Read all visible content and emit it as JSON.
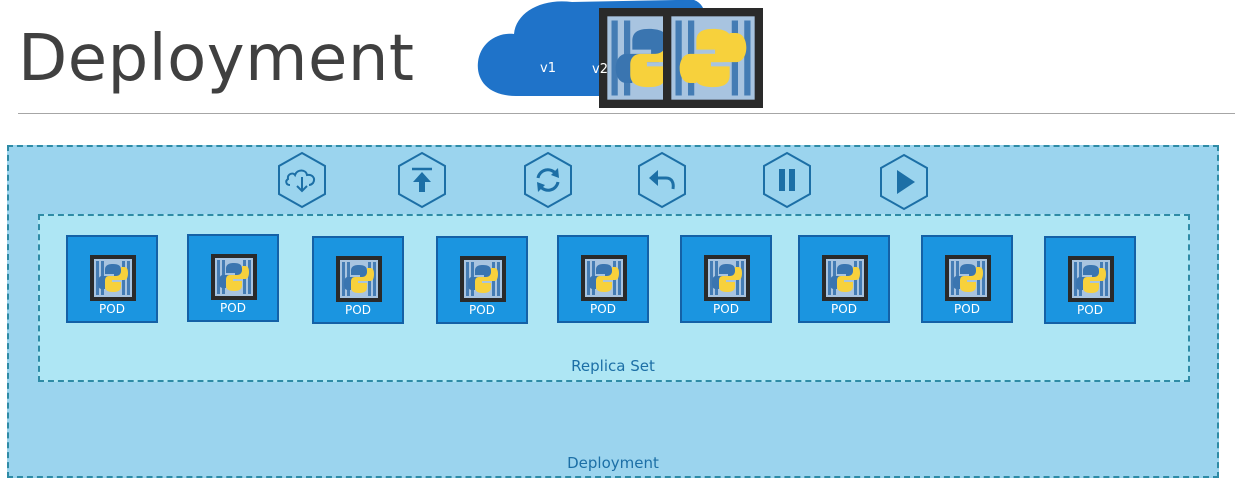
{
  "slide": {
    "title": "Deployment"
  },
  "cloud": {
    "images": [
      {
        "label": "v1"
      },
      {
        "label": "v2"
      }
    ]
  },
  "action_icons": [
    {
      "icon": "cloud-download-icon"
    },
    {
      "icon": "upload-icon"
    },
    {
      "icon": "refresh-icon"
    },
    {
      "icon": "undo-icon"
    },
    {
      "icon": "pause-icon"
    },
    {
      "icon": "play-icon"
    }
  ],
  "pods": [
    {
      "label": "POD"
    },
    {
      "label": "POD"
    },
    {
      "label": "POD"
    },
    {
      "label": "POD"
    },
    {
      "label": "POD"
    },
    {
      "label": "POD"
    },
    {
      "label": "POD"
    },
    {
      "label": "POD"
    },
    {
      "label": "POD"
    }
  ],
  "replica_set": {
    "label": "Replica Set"
  },
  "deployment": {
    "label": "Deployment"
  },
  "colors": {
    "deployment_fill": "#9bd4ee",
    "replica_fill": "#aee6f4",
    "pod_fill": "#1b95e0",
    "cloud_fill": "#1f73c9",
    "icon_stroke": "#1c6fa6",
    "python_yellow": "#f7d13c",
    "python_blue": "#3a75b0"
  }
}
